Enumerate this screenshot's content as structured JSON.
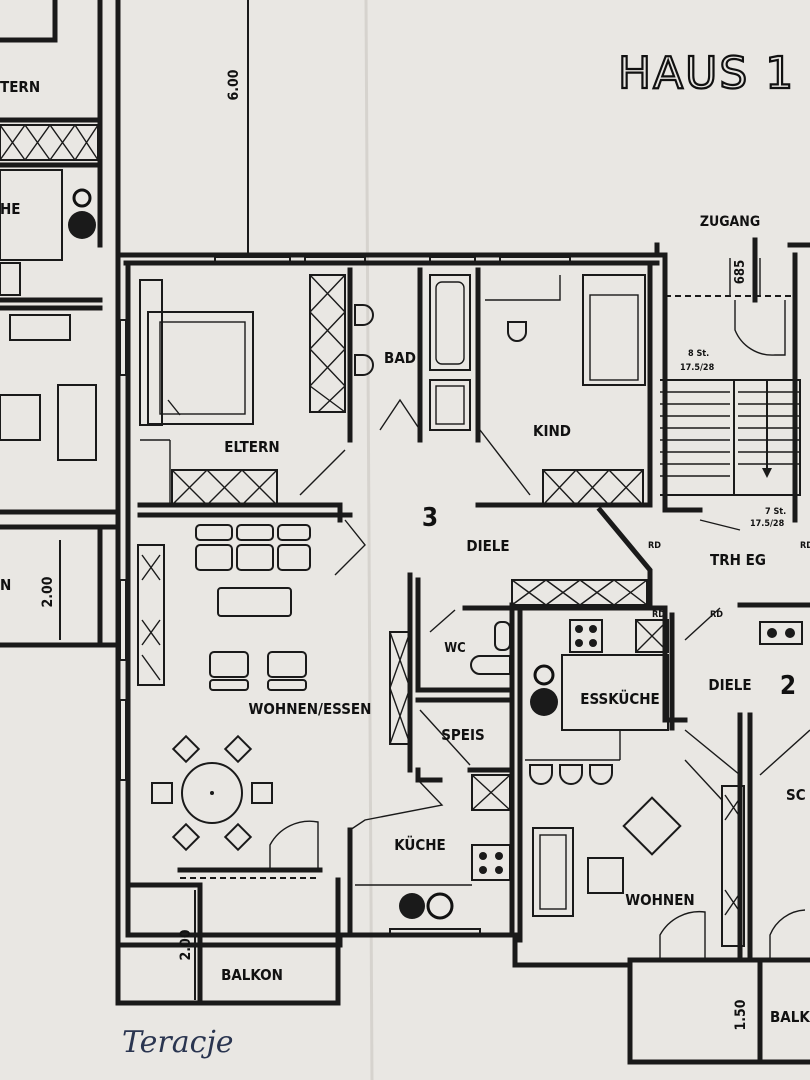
{
  "title": "HAUS 1",
  "rooms": {
    "eltern_left": "TERN",
    "kueche_left": "HE",
    "left_n": "N",
    "eltern": "ELTERN",
    "bad": "BAD",
    "kind": "KIND",
    "diele": "DIELE",
    "wohnen_essen": "WOHNEN/ESSEN",
    "wc": "WC",
    "speis": "SPEIS",
    "kueche": "KÜCHE",
    "balkon": "BALKON",
    "zugang": "ZUGANG",
    "trh_eg": "TRH EG",
    "diele_2": "DIELE",
    "esskueche": "ESSKÜCHE",
    "wohnen": "WOHNEN",
    "sc": "SC",
    "balk": "BALK"
  },
  "unit_numbers": {
    "unit_3": "3",
    "unit_2": "2"
  },
  "dimensions": {
    "d600": "6.00",
    "d200_left": "2.00",
    "d200_balkon": "2.00",
    "d150": "1.50",
    "d685": "685"
  },
  "stair_notes": {
    "upper_a": "8 St.",
    "upper_b": "17.5/28",
    "lower_a": "7 St.",
    "lower_b": "17.5/28"
  },
  "door_marks": {
    "m1": "RD",
    "m2": "RD",
    "m3": "RD",
    "m4": "RD"
  },
  "handwriting": "Teracje"
}
